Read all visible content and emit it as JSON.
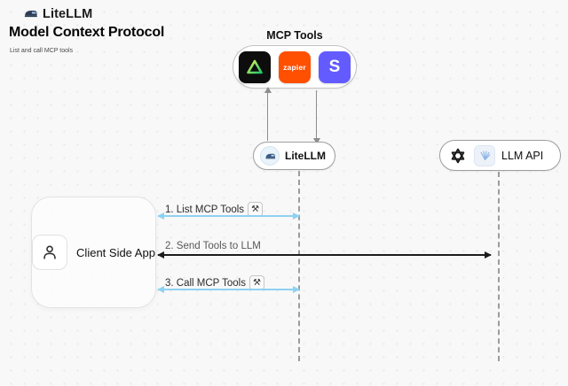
{
  "header": {
    "brand": "LiteLLM",
    "title": "Model Context Protocol",
    "subtitle": "List and call MCP tools"
  },
  "mcp_tools": {
    "label": "MCP Tools",
    "tools": [
      {
        "name": "green-triangle-tool",
        "label": ""
      },
      {
        "name": "zapier",
        "label": "zapier"
      },
      {
        "name": "stripe",
        "label": "S"
      }
    ]
  },
  "nodes": {
    "litellm": {
      "label": "LiteLLM"
    },
    "llm_api": {
      "label": "LLM API"
    },
    "client": {
      "label": "Client Side App"
    }
  },
  "sequence": {
    "steps": [
      {
        "label": "1. List MCP Tools",
        "badge": "⚒",
        "color": "#8ed2f2",
        "from": "client",
        "to": "litellm"
      },
      {
        "label": "2. Send Tools to LLM",
        "color": "#1c1c1c",
        "from": "client",
        "to": "llm_api"
      },
      {
        "label": "3. Call MCP Tools",
        "badge": "⚒",
        "color": "#8ed2f2",
        "from": "client",
        "to": "litellm"
      }
    ]
  },
  "colors": {
    "background": "#f8f8f8",
    "accent_blue": "#8ed2f2",
    "arrow_dark": "#1c1c1c",
    "zapier_orange": "#ff4f00",
    "stripe_purple": "#635bff",
    "tool_black": "#0d0d0d"
  }
}
